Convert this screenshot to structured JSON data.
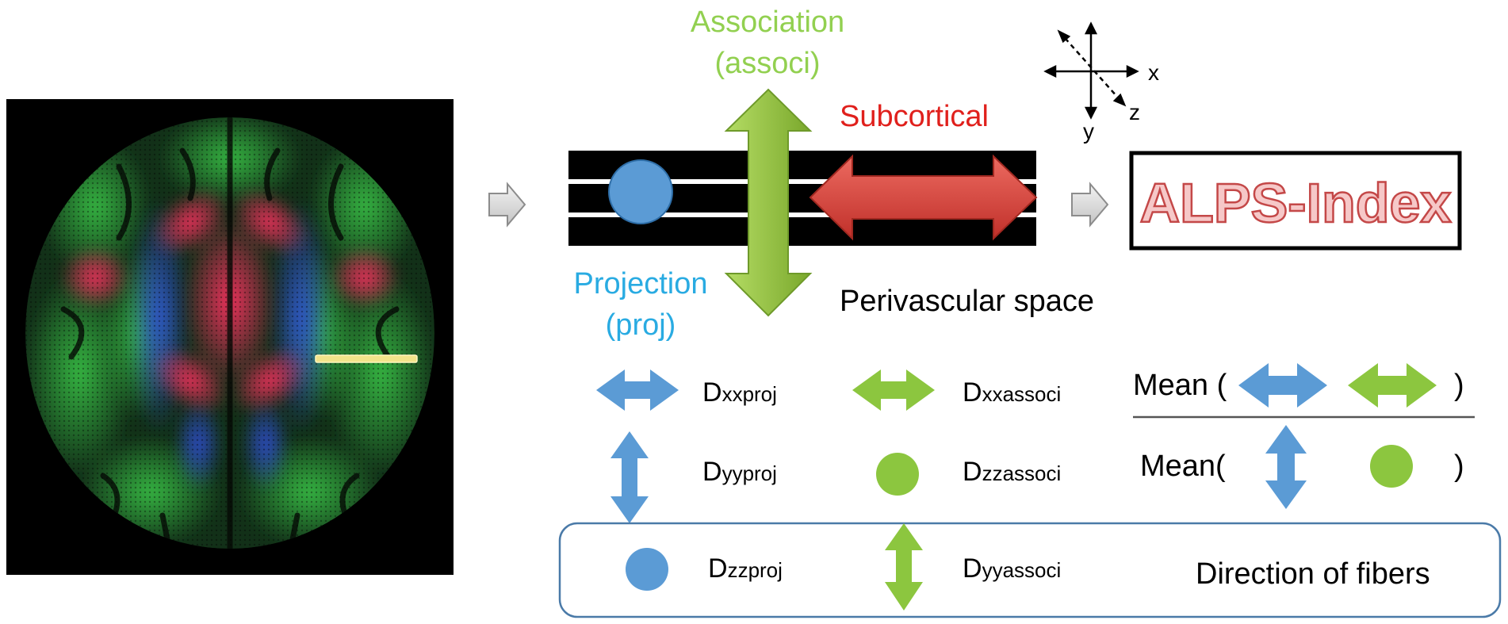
{
  "labels": {
    "association_line1": "Association",
    "association_line2": "(associ)",
    "subcortical": "Subcortical",
    "projection_line1": "Projection",
    "projection_line2": "(proj)",
    "perivascular_space": "Perivascular space",
    "alps_index": "ALPS-Index",
    "direction_of_fibers": "Direction of fibers"
  },
  "axes": {
    "x": "x",
    "y": "y",
    "z": "z"
  },
  "legend": {
    "dxx_proj": {
      "main": "D",
      "sub": "xxproj"
    },
    "dxx_associ": {
      "main": "D",
      "sub": "xxassoci"
    },
    "dyy_proj": {
      "main": "D",
      "sub": "yyproj"
    },
    "dzz_associ": {
      "main": "D",
      "sub": "zzassoci"
    },
    "dzz_proj": {
      "main": "D",
      "sub": "zzproj"
    },
    "dyy_associ": {
      "main": "D",
      "sub": "yyassoci"
    }
  },
  "formula": {
    "numerator_prefix": "Mean (",
    "numerator_suffix": ")",
    "denominator_prefix": "Mean(",
    "denominator_suffix": ")"
  },
  "colors": {
    "projection_blue": "#5b9bd5",
    "association_green": "#8cc63f",
    "subcortical_red": "#d9342b",
    "association_text": "#92d050",
    "projection_text": "#29abe2",
    "alps_text": "#e06a6a",
    "frame_blue": "#4a7aa8"
  },
  "icons": [
    "brain-dti-image",
    "fa-colormap",
    "gray-arrow-icon",
    "axis-icon",
    "double-arrow-icon",
    "circle-icon"
  ]
}
